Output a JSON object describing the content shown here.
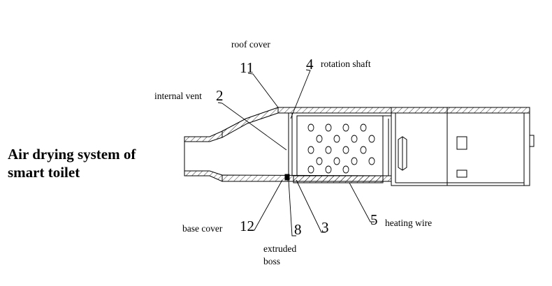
{
  "title": {
    "line1": "Air drying system of",
    "line2": "smart toilet"
  },
  "callouts": [
    {
      "id": "roof-cover",
      "number": "11",
      "label": "roof cover"
    },
    {
      "id": "rotation-shaft",
      "number": "4",
      "label": "rotation shaft"
    },
    {
      "id": "internal-vent",
      "number": "2",
      "label": "internal vent"
    },
    {
      "id": "base-cover",
      "number": "12",
      "label": "base cover"
    },
    {
      "id": "extruded-boss",
      "number": "8",
      "label": "extruded boss"
    },
    {
      "id": "part-3",
      "number": "3",
      "label": ""
    },
    {
      "id": "heating-wire",
      "number": "5",
      "label": "heating wire"
    }
  ],
  "colors": {
    "line": "#000000",
    "background": "#ffffff"
  }
}
